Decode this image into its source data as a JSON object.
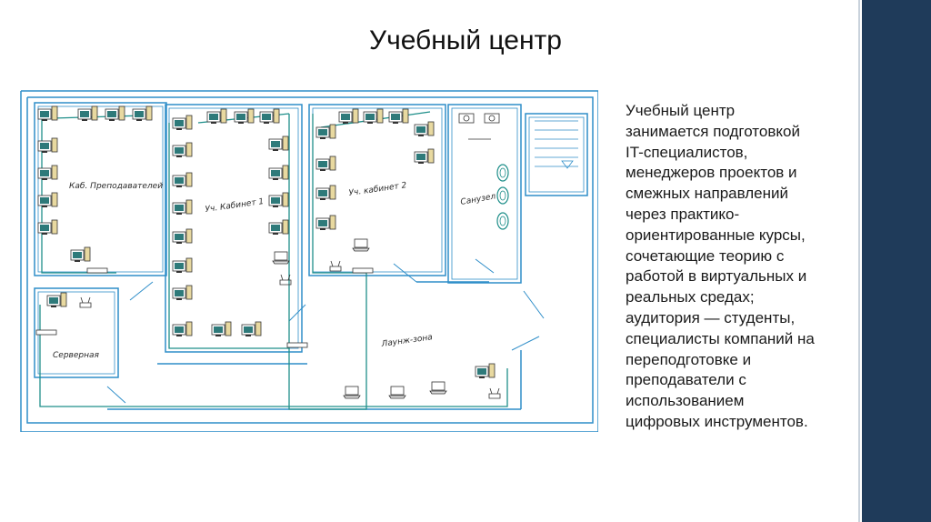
{
  "slide": {
    "title": "Учебный центр",
    "description_lines": [
      "Учебный центр",
      "занимается подготовкой",
      "IT-специалистов,",
      "менеджеров проектов и",
      "смежных направлений",
      "через практико-",
      "ориентированные курсы,",
      "сочетающие теорию с",
      "работой в виртуальных и",
      "реальных средах;",
      "аудитория — студенты,",
      "специалисты компаний на",
      "переподготовке и",
      "преподаватели с",
      "использованием",
      "цифровых инструментов."
    ]
  },
  "floor_plan": {
    "rooms": {
      "teachers": "Каб. Преподавателей",
      "class1": "Уч. Кабинет 1",
      "class2": "Уч. кабинет 2",
      "wc": "Санузел",
      "server": "Серверная",
      "lounge": "Лаунж-зона"
    },
    "colors": {
      "wall": "#2f8ec9",
      "network": "#1f8f8a",
      "monitor_screen": "#2e7a7a",
      "background": "#ffffff",
      "side_bar": "#1f3b5a"
    }
  }
}
